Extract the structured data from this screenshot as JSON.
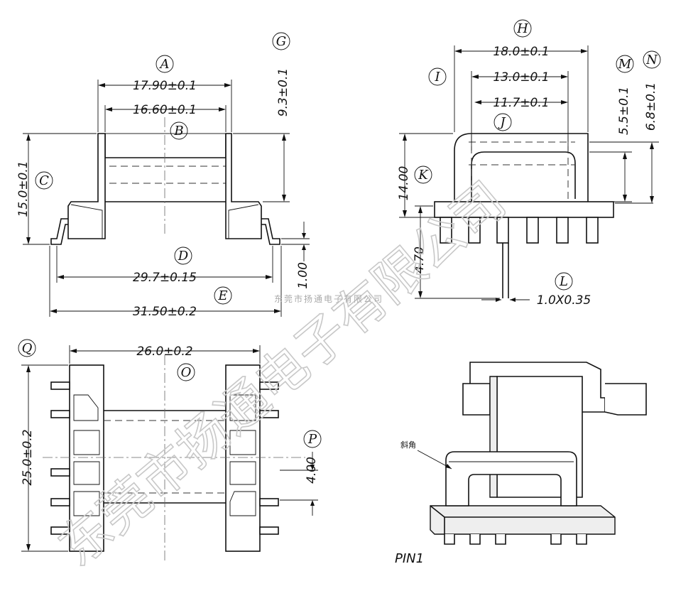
{
  "labels": {
    "A": "A",
    "B": "B",
    "C": "C",
    "D": "D",
    "E": "E",
    "G": "G",
    "H": "H",
    "I": "I",
    "J": "J",
    "K": "K",
    "L": "L",
    "M": "M",
    "N": "N",
    "O": "O",
    "P": "P",
    "Q": "Q"
  },
  "dims": {
    "A": "17.90±0.1",
    "B": "16.60±0.1",
    "C": "15.0±0.1",
    "D": "29.7±0.15",
    "E": "31.50±0.2",
    "G": "9.3±0.1",
    "step": "1.00",
    "H": "18.0±0.1",
    "I": "13.0±0.1",
    "J": "11.7±0.1",
    "K": "14.00",
    "pin_len": "4.70",
    "L": "1.0X0.35",
    "M": "5.5±0.1",
    "N": "6.8±0.1",
    "O": "26.0±0.2",
    "P": "4.00",
    "Q": "25.0±0.2"
  },
  "iso": {
    "bevel_note": "斜角",
    "pin1": "PIN1"
  },
  "watermark": {
    "large": "东莞市扬通电子有限公司",
    "small": "东莞市扬通电子有限公司"
  },
  "colors": {
    "line": "#111111",
    "watermark": "#c8c8c8"
  }
}
